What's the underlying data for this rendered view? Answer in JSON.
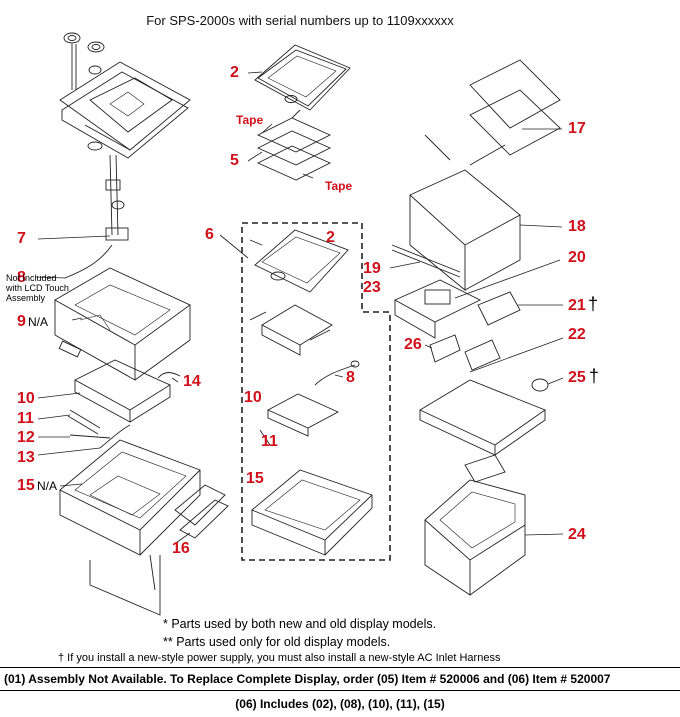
{
  "title": "For SPS-2000s with serial numbers up to 1109xxxxxx",
  "callouts": {
    "c2_top": "2",
    "c5": "5",
    "c6": "6",
    "c2_kit": "2",
    "c7": "7",
    "c8": "8",
    "c8_kit": "8",
    "c9": "9",
    "c10": "10",
    "c10_kit": "10",
    "c11": "11",
    "c11_kit": "11",
    "c12": "12",
    "c13": "13",
    "c14": "14",
    "c15": "15",
    "c15_kit": "15",
    "c16": "16",
    "c17": "17",
    "c18": "18",
    "c19": "19",
    "c20": "20",
    "c21": "21",
    "c22": "22",
    "c23": "23",
    "c24": "24",
    "c25": "25",
    "c26": "26"
  },
  "tape_labels": [
    "Tape",
    "Tape"
  ],
  "na_label": "N/A",
  "dagger": "†",
  "not_included_note": "Not Included with LCD Touch Assembly",
  "notes": {
    "both_models": "* Parts used by both new and old display models.",
    "old_models": "** Parts used only for old display models.",
    "power_supply": "† If you install a new-style power supply, you must also install a new-style AC Inlet Harness"
  },
  "footer": {
    "line1": "(01) Assembly Not Available. To Replace Complete Display, order (05) Item # 520006 and (06) Item # 520007",
    "line2": "(06) Includes (02), (08), (10), (11), (15)"
  }
}
